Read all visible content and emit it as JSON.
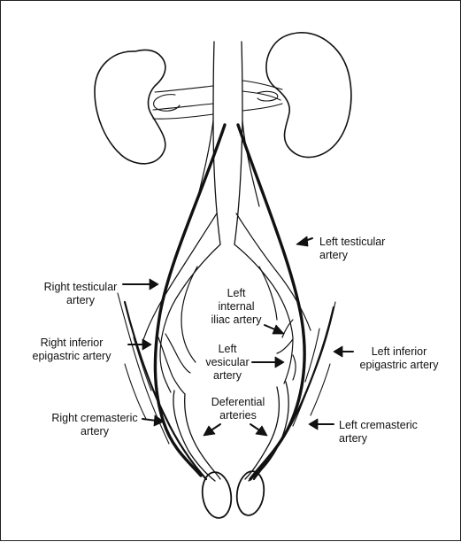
{
  "diagram": {
    "labels": {
      "left_testicular": [
        "Left testicular",
        "artery"
      ],
      "right_testicular": [
        "Right testicular",
        "artery"
      ],
      "left_internal_iliac": [
        "Left",
        "internal",
        "iliac artery"
      ],
      "right_inferior_epigastric": [
        "Right inferior",
        "epigastric artery"
      ],
      "left_vesicular": [
        "Left",
        "vesicular",
        "artery"
      ],
      "left_inferior_epigastric": [
        "Left inferior",
        "epigastric artery"
      ],
      "deferential": [
        "Deferential",
        "arteries"
      ],
      "right_cremasteric": [
        "Right cremasteric",
        "artery"
      ],
      "left_cremasteric": [
        "Left cremasteric",
        "artery"
      ]
    },
    "colors": {
      "ink": "#111111",
      "background": "#ffffff",
      "frame": "#222222"
    }
  }
}
